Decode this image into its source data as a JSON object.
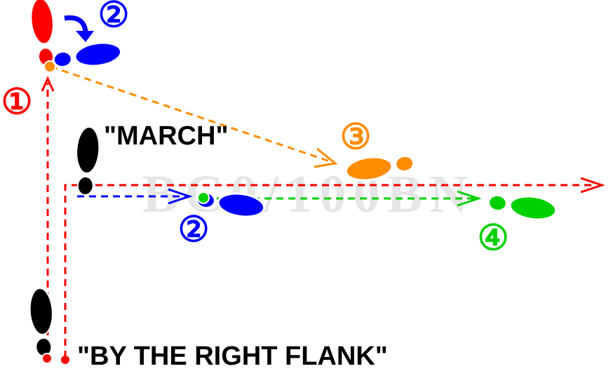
{
  "commands": {
    "preparatory": "\"BY THE RIGHT FLANK\"",
    "execution": "\"MARCH\""
  },
  "watermark": "BC0/100BN",
  "steps": {
    "one": "①",
    "two_top": "②",
    "two_mid": "②",
    "three": "③",
    "four": "④"
  },
  "colors": {
    "step1": "#ff0000",
    "step2": "#0000ff",
    "step3": "#ff8c00",
    "step4": "#00d000",
    "foot": "#000000",
    "path_red": "#ff0000"
  },
  "icons": {
    "footprint": "shoe-print-icon",
    "pivot": "curved-arrow-icon"
  }
}
